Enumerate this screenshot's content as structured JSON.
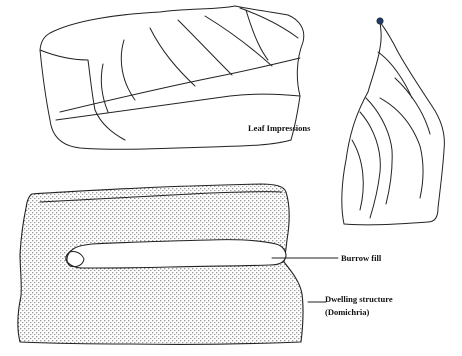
{
  "labels": {
    "leaf": "Leaf Impressions",
    "burrow": "Burrow fill",
    "dwelling_line1": "Dwelling structure",
    "dwelling_line2": "(Domichria)"
  },
  "colors": {
    "ink": "#222222",
    "stipple": "#333333",
    "background": "#ffffff",
    "mark": "#1e3a6b"
  }
}
